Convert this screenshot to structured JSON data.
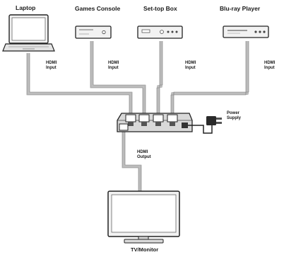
{
  "devices": {
    "laptop": "Laptop",
    "games_console": "Games Console",
    "set_top_box": "Set-top Box",
    "bluray_player": "Blu-ray Player",
    "tv_monitor": "TV/Monitor"
  },
  "connections": {
    "input_1": [
      "HDMI",
      "Input"
    ],
    "input_2": [
      "HDMI",
      "Input"
    ],
    "input_3": [
      "HDMI",
      "Input"
    ],
    "input_4": [
      "HDMI",
      "Input"
    ],
    "output": [
      "HDMI",
      "Output"
    ],
    "power": [
      "Power",
      "Supply"
    ]
  },
  "colors": {
    "device_fill": "#f2f2f2",
    "outline": "#222222",
    "cable": "#bdbdbd",
    "dark": "#333333"
  }
}
